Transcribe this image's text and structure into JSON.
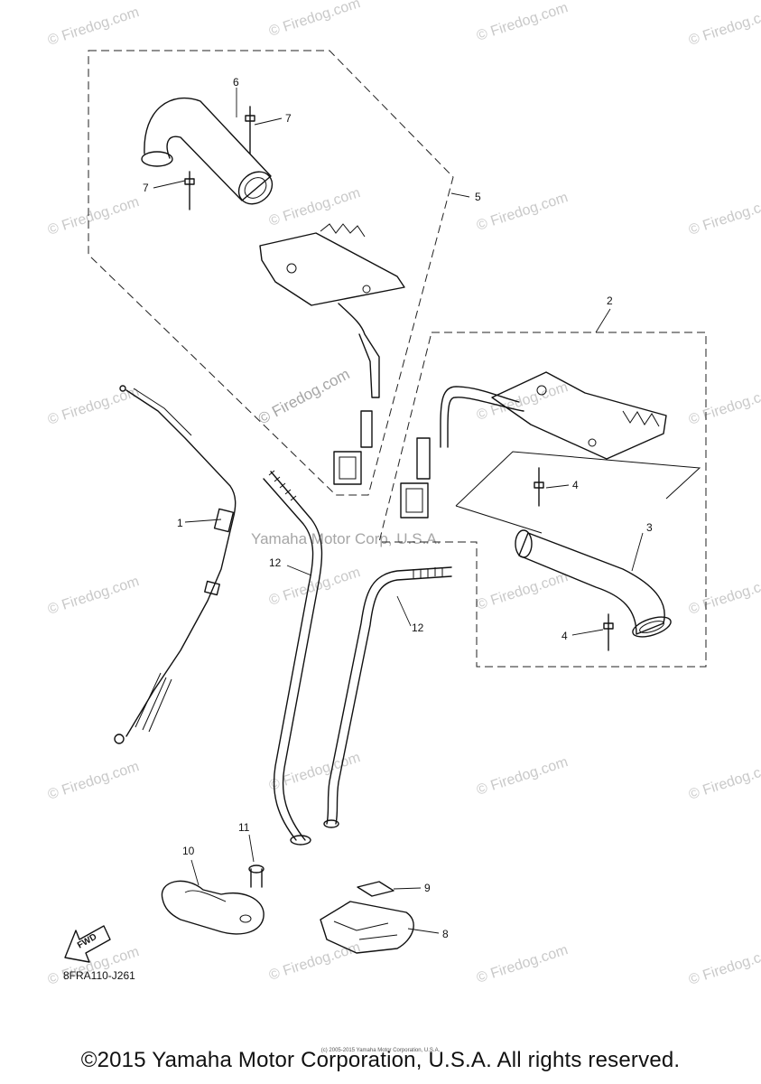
{
  "watermarks": {
    "site": "© Firedog.com",
    "site_center": "© Firedog.com",
    "manufacturer": "Yamaha Motor Corp, U.S.A."
  },
  "callouts": [
    "1",
    "2",
    "3",
    "4",
    "4",
    "5",
    "6",
    "7",
    "7",
    "8",
    "9",
    "10",
    "11",
    "12",
    "12"
  ],
  "fwd_label": "FWD",
  "diagram_code": "8FRA110-J261",
  "footer": {
    "copyright": "©2015 Yamaha Motor Corporation, U.S.A. All rights reserved.",
    "fine_print": "(c) 2005-2015 Yamaha Motor Corporation, U.S.A."
  }
}
